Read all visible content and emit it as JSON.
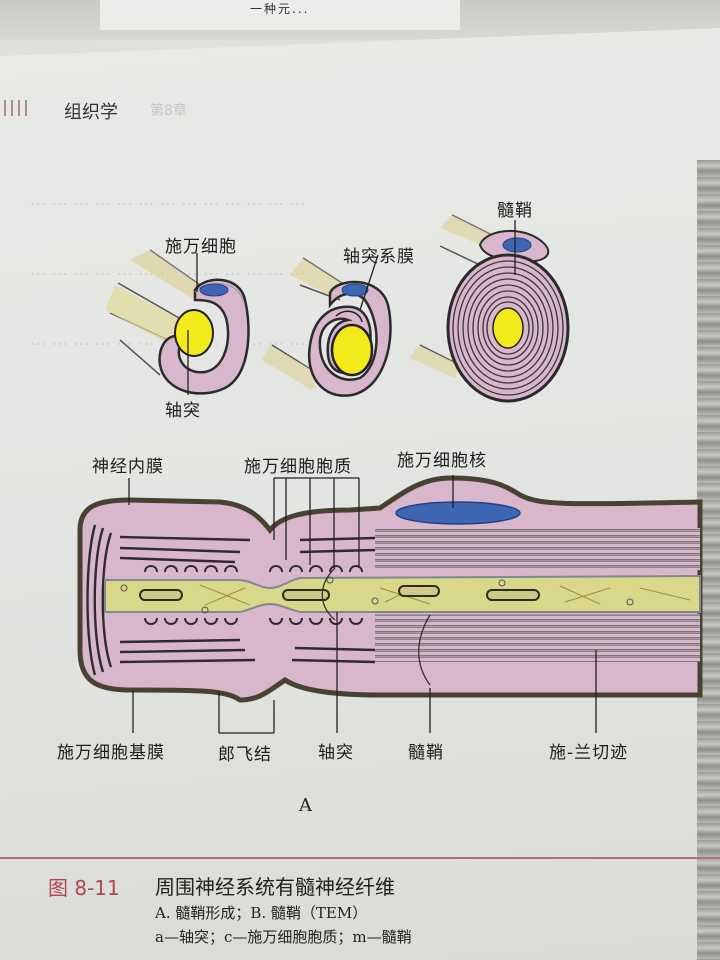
{
  "page_header": {
    "book_title": "组织学",
    "faint_text": "第8章"
  },
  "top_sheet": {
    "scribble": "一种元..."
  },
  "panel_a_top": {
    "labels": {
      "schwann_cell": "施万细胞",
      "axon": "轴突",
      "mesaxon": "轴突系膜",
      "myelin_sheath": "髓鞘"
    }
  },
  "panel_a_longitudinal": {
    "labels": {
      "endoneurium": "神经内膜",
      "schwann_cytoplasm": "施万细胞胞质",
      "schwann_nucleus": "施万细胞核",
      "schwann_basement_membrane": "施万细胞基膜",
      "node_of_ranvier": "郎飞结",
      "axon": "轴突",
      "myelin_sheath": "髓鞘",
      "schmidt_lanterman_incisure": "施-兰切迹"
    }
  },
  "panel_letter": "A",
  "caption": {
    "figure_number": "图 8-11",
    "title": "周围神经系统有髓神经纤维",
    "line1": "A. 髓鞘形成；B. 髓鞘（TEM）",
    "line2": "a—轴突；c—施万细胞胞质；m—髓鞘"
  },
  "colors": {
    "schwann_cytoplasm": "#d8b7cc",
    "axon_yellow": "#f2ea1a",
    "axoplasm": "#d9d88a",
    "nucleus_blue": "#3f66b3",
    "caption_accent": "#b3474f",
    "outline": "#2b2b2b"
  }
}
